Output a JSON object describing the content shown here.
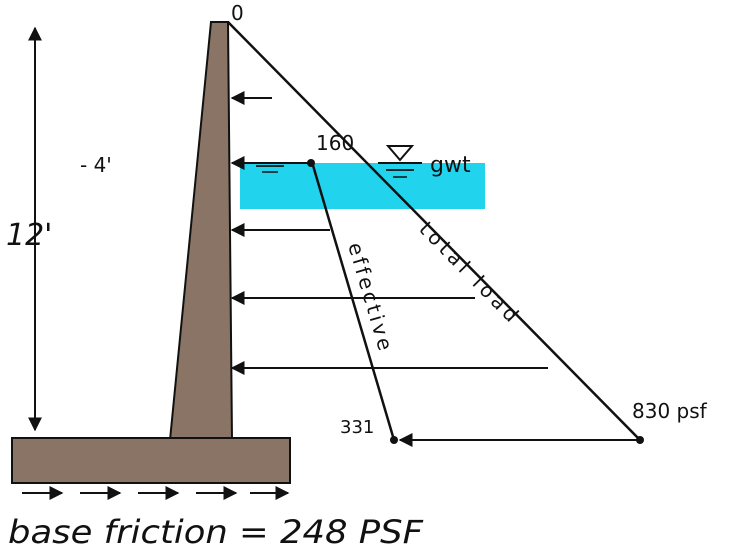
{
  "labels": {
    "top_value": "0",
    "gwt_value": "160",
    "gwt_label": "gwt",
    "depth_label": "- 4'",
    "height_label": "12'",
    "effective_label": "effective",
    "total_load_label": "total load",
    "effective_base_value": "331",
    "total_base_value": "830 psf",
    "base_friction_label": "base friction = 248 PSF"
  },
  "colors": {
    "wall": "#8a7465",
    "water": "#22d3ee",
    "ink": "#111111"
  }
}
